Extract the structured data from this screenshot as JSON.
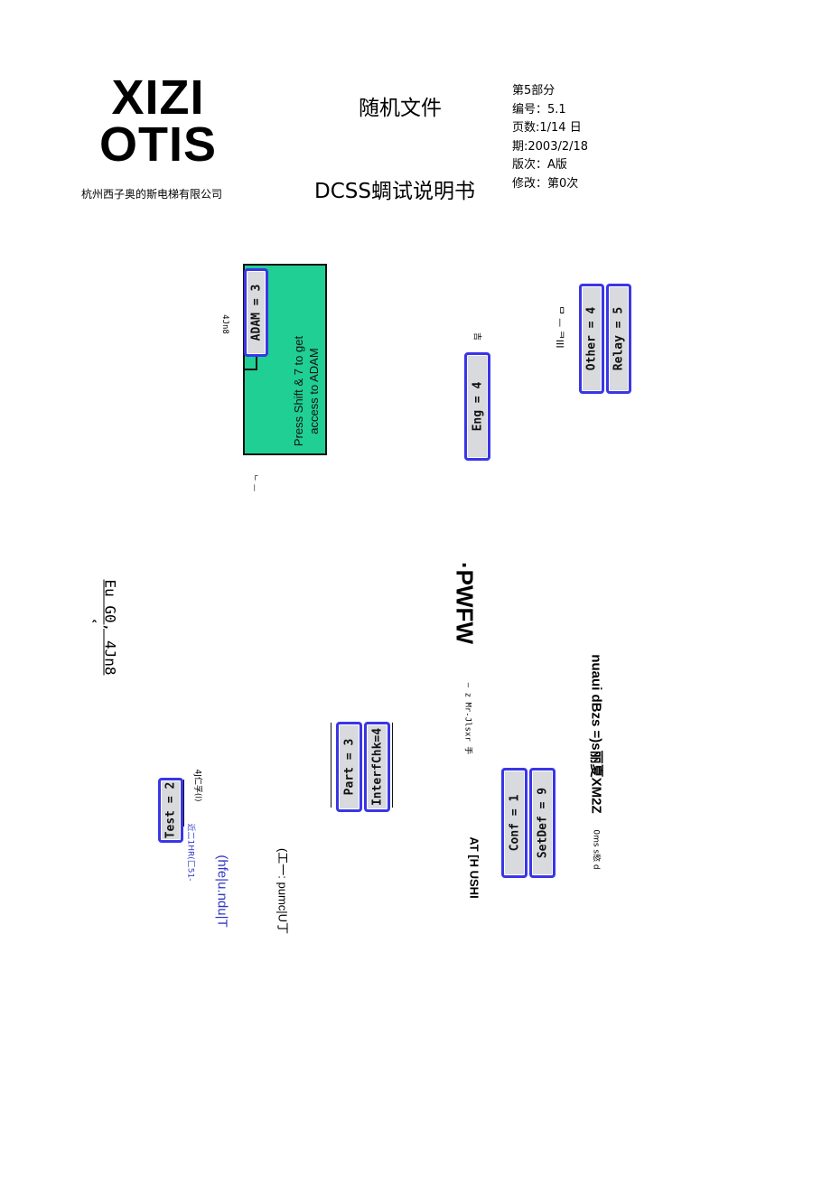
{
  "header": {
    "logo_line1": "XIZI",
    "logo_line2": "OTIS",
    "company": "杭州西子奥的斯电梯有限公司",
    "doc_type": "随机文件",
    "doc_title": "DCSS蜩试说明书",
    "meta": {
      "part": "第5部分",
      "number": "编号：5.1",
      "pages": "页数:1/14 日",
      "date": "期:2003/2/18",
      "version": "版次：A版",
      "revision": "修改：第0次"
    }
  },
  "diagram": {
    "green_label": "4Jn8",
    "adam": "ADAM = 3",
    "green_text_line1": "Press Shift & 7 to get",
    "green_text_line2": "access to ADAM",
    "small_mark_1": "ᄂ ᅳ",
    "eng_mark": "吉",
    "eng": "Eng = 4",
    "relay_mark": "ᄆ ᅳ ᄏIII",
    "other": "Other = 4",
    "relay": "Relay = 5",
    "pwfw": "·PWFW",
    "eu_text": "Eu G0, 4Jn8",
    "eu_sub": "ˆ",
    "part": "Part = 3",
    "interf": "InterfChk=4",
    "mr_text": "— z Mr-Jlsxr 手",
    "conf": "Conf = 1",
    "setdef": "SetDef = 9",
    "at_text": "AT [H USHI",
    "nuaui": "nuaui dBzs =)s丽夏XM2Z",
    "nuaui_sub": "0ms s慾 d",
    "test": "Test = 2",
    "test_note": "4J仁孚(l)",
    "hfel": "(hfe|u.ndu|T",
    "hfel_sub": "近二1HR(匚51-",
    "pumc": "(工一: pumc|U丁"
  }
}
